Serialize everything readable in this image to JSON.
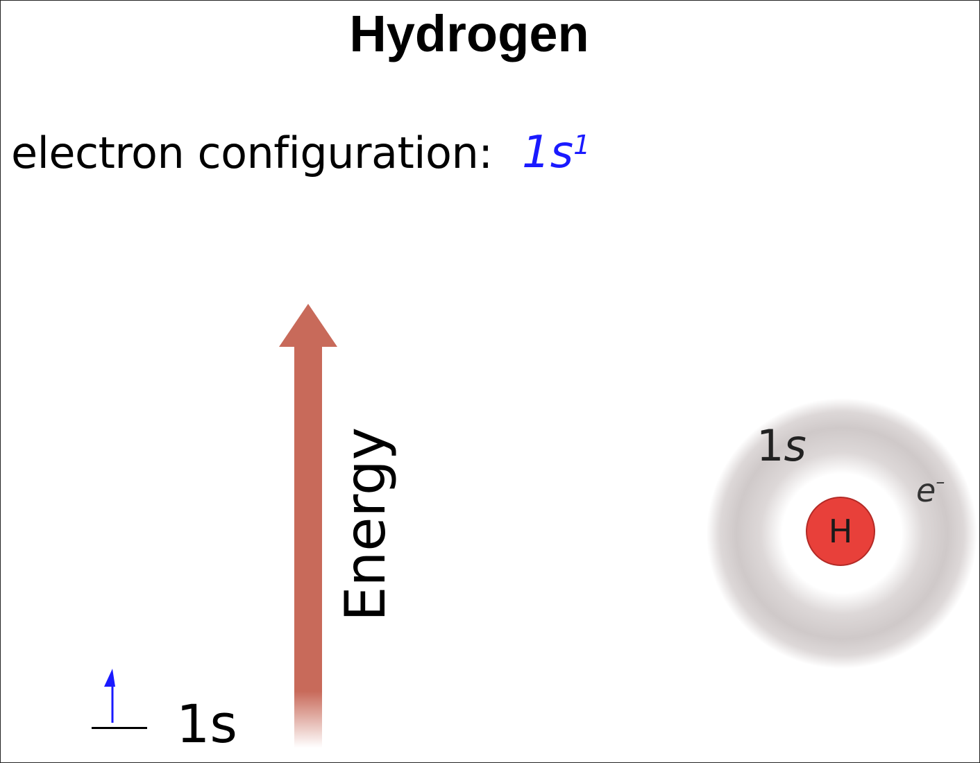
{
  "title": "Hydrogen",
  "configuration": {
    "label": "electron configuration:",
    "orbital": "1s",
    "electrons": "1"
  },
  "energy_axis": {
    "label": "Energy",
    "color": "#c86a5a"
  },
  "energy_level": {
    "label": "1s",
    "spin": "up"
  },
  "atom": {
    "nucleus_symbol": "H",
    "nucleus_color": "#e8403a",
    "orbital_number": "1",
    "orbital_letter": "s",
    "electron_symbol": "e",
    "electron_charge": "–"
  },
  "colors": {
    "config_value": "#1a1aff",
    "spin_arrow": "#1a1aff"
  }
}
